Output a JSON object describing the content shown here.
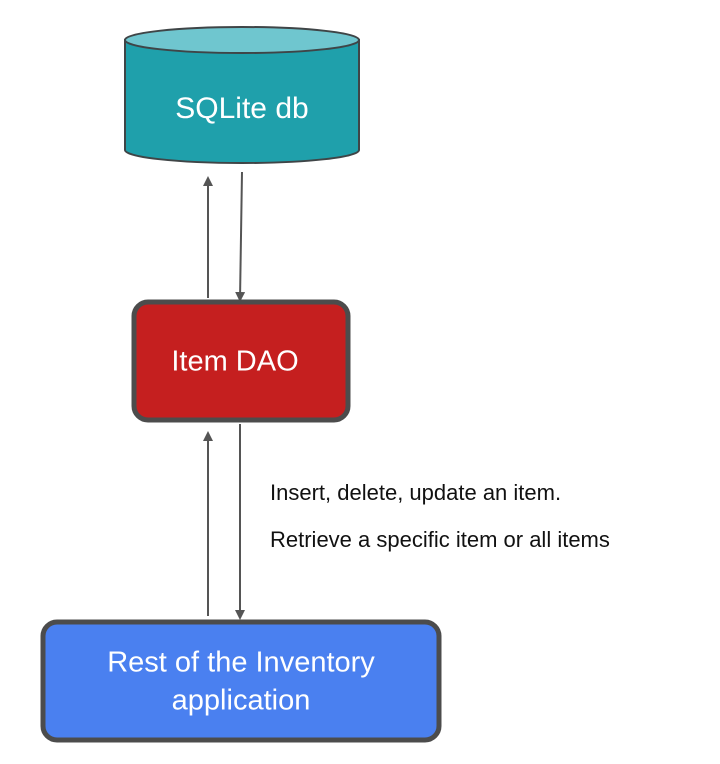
{
  "nodes": {
    "database": {
      "label": "SQLite db",
      "fill": "#1fa0ab",
      "top_fill": "#6fc6cf",
      "stroke": "#3f4547"
    },
    "dao": {
      "label": "Item DAO",
      "fill": "#c51f1f",
      "stroke": "#4c4c4c"
    },
    "app": {
      "label_line1": "Rest of the Inventory",
      "label_line2": "application",
      "fill": "#4a80f0",
      "stroke": "#4c4c4c"
    }
  },
  "annotations": {
    "line1": "Insert, delete, update an item.",
    "line2": "Retrieve a specific item or all items"
  },
  "colors": {
    "arrow": "#555555",
    "text": "#111111",
    "background": "#ffffff"
  }
}
